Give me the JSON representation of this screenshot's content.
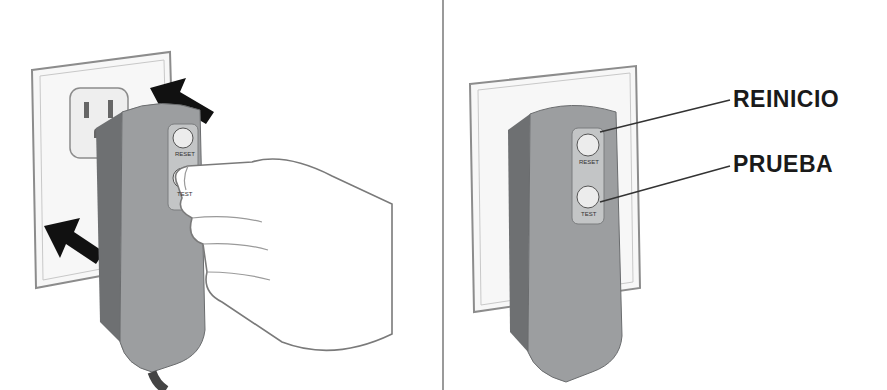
{
  "diagram": {
    "labels": [
      "RESET",
      "TEST",
      "RESET",
      "TEST",
      "REINICIO",
      "PRUEBA"
    ]
  }
}
